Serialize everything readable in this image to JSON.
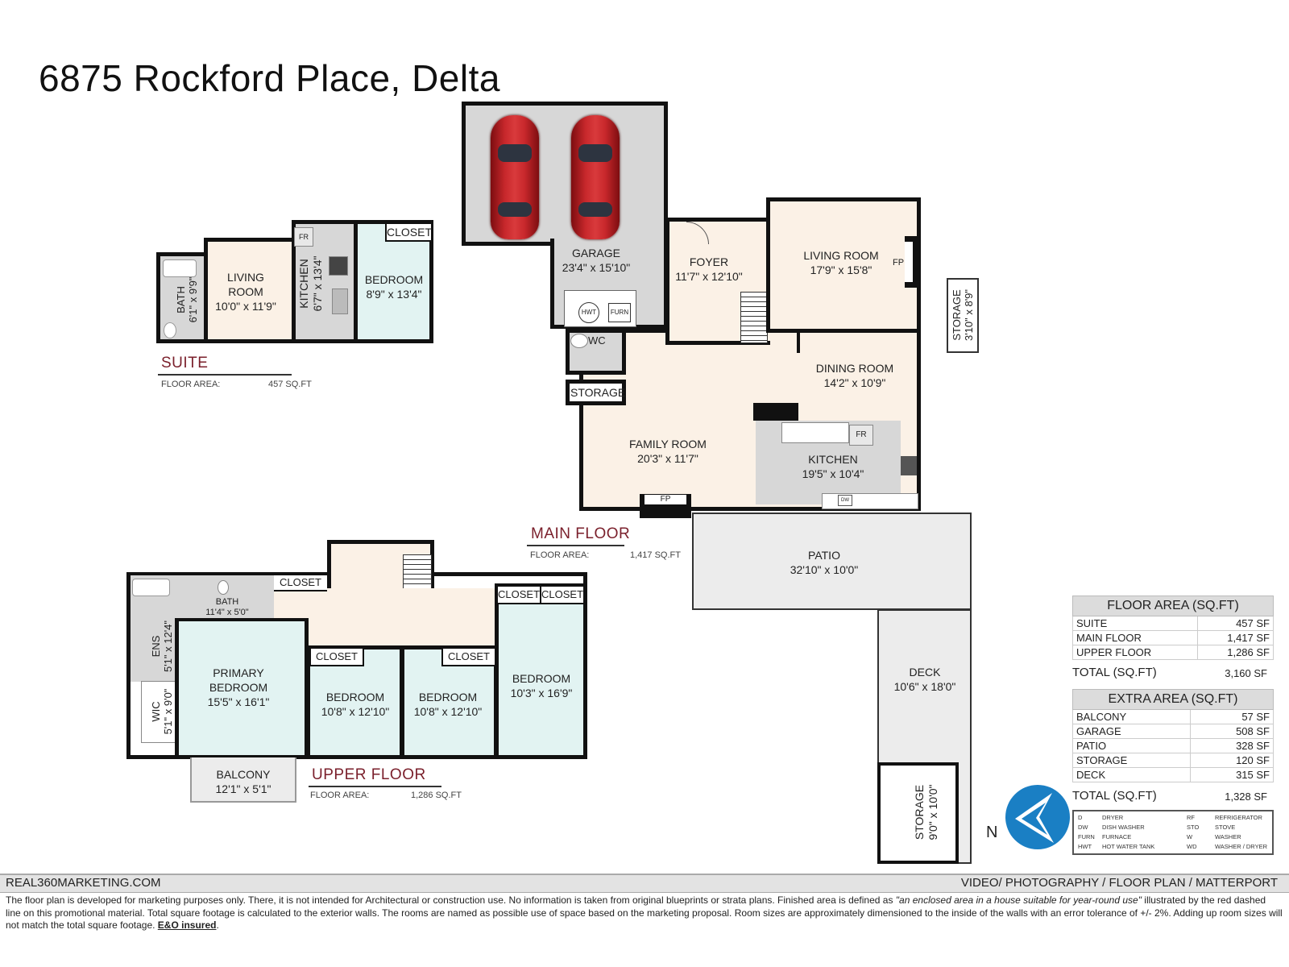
{
  "title": "6875 Rockford Place, Delta",
  "suite": {
    "label": "SUITE",
    "floor_area_label": "FLOOR AREA:",
    "floor_area_value": "457 SQ.FT",
    "rooms": {
      "bath": {
        "name": "BATH",
        "dim": "6'1\" x 9'9\""
      },
      "living": {
        "name1": "LIVING",
        "name2": "ROOM",
        "dim": "10'0\" x 11'9\""
      },
      "kitchen": {
        "name": "KITCHEN",
        "dim": "6'7\" x 13'4\""
      },
      "bedroom": {
        "name": "BEDROOM",
        "dim": "8'9\" x 13'4\""
      },
      "closet": {
        "name": "CLOSET"
      },
      "fridge": "FR"
    }
  },
  "main": {
    "label": "MAIN FLOOR",
    "floor_area_label": "FLOOR AREA:",
    "floor_area_value": "1,417 SQ.FT",
    "rooms": {
      "garage": {
        "name": "GARAGE",
        "dim": "23'4\" x 15'10\""
      },
      "hwt": "HWT",
      "furn": "FURN",
      "foyer": {
        "name": "FOYER",
        "dim": "11'7\" x 12'10\""
      },
      "living": {
        "name": "LIVING ROOM",
        "dim": "17'9\" x 15'8\"",
        "fp": "FP"
      },
      "storage_right": {
        "name": "STORAGE",
        "dim": "3'10\" x 8'9\""
      },
      "wc": {
        "name": "WC"
      },
      "storage": {
        "name": "STORAGE"
      },
      "dining": {
        "name": "DINING ROOM",
        "dim": "14'2\" x 10'9\""
      },
      "family": {
        "name": "FAMILY ROOM",
        "dim": "20'3\" x 11'7\"",
        "fp": "FP"
      },
      "kitchen": {
        "name": "KITCHEN",
        "dim": "19'5\" x 10'4\"",
        "fr": "FR",
        "dw": "DW"
      },
      "patio": {
        "name": "PATIO",
        "dim": "32'10\" x 10'0\""
      },
      "deck": {
        "name": "DECK",
        "dim": "10'6\" x 18'0\""
      },
      "storage_bottom": {
        "name": "STORAGE",
        "dim": "9'0\" x 10'0\""
      }
    }
  },
  "upper": {
    "label": "UPPER FLOOR",
    "floor_area_label": "FLOOR AREA:",
    "floor_area_value": "1,286 SQ.FT",
    "rooms": {
      "bath": {
        "name": "BATH",
        "dim": "11'4\" x 5'0\""
      },
      "closet_hall": "CLOSET",
      "ens": {
        "name": "ENS",
        "dim": "5'1\" x 12'4\""
      },
      "wic": {
        "name": "WIC",
        "dim": "5'1\" x 9'0\""
      },
      "primary": {
        "name1": "PRIMARY",
        "name2": "BEDROOM",
        "dim": "15'5\" x 16'1\""
      },
      "bedroom2": {
        "name": "BEDROOM",
        "dim": "10'8\" x 12'10\"",
        "closet": "CLOSET"
      },
      "bedroom3": {
        "name": "BEDROOM",
        "dim": "10'8\" x 12'10\"",
        "closet": "CLOSET"
      },
      "bedroom4": {
        "name": "BEDROOM",
        "dim": "10'3\" x 16'9\"",
        "closet1": "CLOSET",
        "closet2": "CLOSET"
      },
      "balcony": {
        "name": "BALCONY",
        "dim": "12'1\" x 5'1\""
      }
    }
  },
  "floor_area_table": {
    "header": "FLOOR AREA (SQ.FT)",
    "rows": [
      {
        "label": "SUITE",
        "value": "457 SF"
      },
      {
        "label": "MAIN FLOOR",
        "value": "1,417 SF"
      },
      {
        "label": "UPPER FLOOR",
        "value": "1,286 SF"
      }
    ],
    "total_label": "TOTAL (SQ.FT)",
    "total_value": "3,160 SF"
  },
  "extra_area_table": {
    "header": "EXTRA AREA (SQ.FT)",
    "rows": [
      {
        "label": "BALCONY",
        "value": "57 SF"
      },
      {
        "label": "GARAGE",
        "value": "508 SF"
      },
      {
        "label": "PATIO",
        "value": "328 SF"
      },
      {
        "label": "STORAGE",
        "value": "120 SF"
      },
      {
        "label": "DECK",
        "value": "315 SF"
      }
    ],
    "total_label": "TOTAL (SQ.FT)",
    "total_value": "1,328 SF"
  },
  "legend": [
    {
      "abbr": "D",
      "meaning": "DRYER"
    },
    {
      "abbr": "DW",
      "meaning": "DISH WASHER"
    },
    {
      "abbr": "FURN",
      "meaning": "FURNACE"
    },
    {
      "abbr": "HWT",
      "meaning": "HOT WATER TANK"
    },
    {
      "abbr": "RF",
      "meaning": "REFRIGERATOR"
    },
    {
      "abbr": "STO",
      "meaning": "STOVE"
    },
    {
      "abbr": "W",
      "meaning": "WASHER"
    },
    {
      "abbr": "WD",
      "meaning": "WASHER / DRYER"
    }
  ],
  "compass": {
    "label": "N",
    "color": "#1a7fc4"
  },
  "footer": {
    "website": "REAL360MARKETING.COM",
    "services": "VIDEO/ PHOTOGRAPHY / FLOOR PLAN / MATTERPORT",
    "disclaimer_1": "The floor plan is developed for marketing purposes only. There, it is not intended for Architectural or construction use. No information is  taken from original blueprints or strata plans. Finished area is defined as ",
    "disclaimer_quote": "\"an enclosed area in a house suitable for year-round use\"",
    "disclaimer_2": " illustrated by the red dashed line on this promotional material. Total square footage is calculated to the exterior walls. The rooms are named as possible use of space based on the marketing proposal. Room sizes are approximately dimensioned to the inside of the walls with an error tolerance of +/- 2%. Adding up room sizes will not match the total square footage. ",
    "disclaimer_bold": "E&O insured"
  },
  "colors": {
    "section_label": "#7a1f2b",
    "cream": "#fbf1e6",
    "blue": "#e2f3f2",
    "grey": "#d7d7d7"
  }
}
